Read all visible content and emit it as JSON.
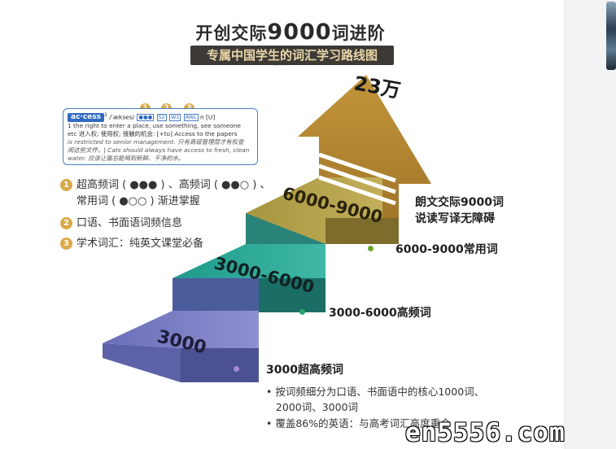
{
  "header": {
    "title_pre": "开创交际",
    "title_num": "9000",
    "title_post": "词进阶体系",
    "subtitle": "专属中国学生的词汇学习路线图"
  },
  "dictionary_sample": {
    "headword": "ac·cess",
    "superscript": "1",
    "pron": "/ˈækses/",
    "tags": [
      "●●●",
      "S2",
      "W1",
      "AWL"
    ],
    "pos": "n [U]",
    "callouts": [
      "1",
      "2",
      "3"
    ],
    "line1": "1 the right to enter a place, use something, see someone",
    "line2": "etc 进入权; 使用权; 接触的机会: [+to] Access to the papers",
    "line3": "is restricted to senior management. 只有高级管理层才有权查",
    "line4": "阅这些文件。| Cats should always have access to fresh, clean",
    "line5": "water. 应该让猫总能喝到新鲜、干净的水。"
  },
  "features": [
    {
      "num": "1",
      "text": "超高频词 ( ●●● ) 、高频词 ( ●●○ ) 、"
    },
    {
      "num": "",
      "text": "常用词 ( ●○○ ) 渐进掌握"
    },
    {
      "num": "2",
      "text": "口语、书面语词频信息"
    },
    {
      "num": "3",
      "text": "学术词汇：纯英文课堂必备"
    }
  ],
  "steps": [
    {
      "label": "3000"
    },
    {
      "label": "3000-6000"
    },
    {
      "label": "6000-9000"
    }
  ],
  "peak": {
    "label": "23万"
  },
  "side_labels": {
    "top_line1": "朗文交际9000词",
    "top_line2": "说读写译无障碍",
    "level3": "6000-9000常用词",
    "level2": "3000-6000高频词",
    "level1": "3000超高频词"
  },
  "bullets": [
    "• 按词频细分为口语、书面语中的核心1000词、",
    "   2000词、3000词",
    "• 覆盖86%的英语：与高考词汇高度重合"
  ],
  "watermark": "en5556.com",
  "colors": {
    "step1_top": "#7b7fc4",
    "step1_front": "#54589a",
    "step2_top": "#2aa898",
    "step2_front": "#1f7f74",
    "step3_top": "#b6a452",
    "step3_front": "#8c7a35",
    "arrow": "#c79a3e",
    "accent": "#d9a94a"
  }
}
